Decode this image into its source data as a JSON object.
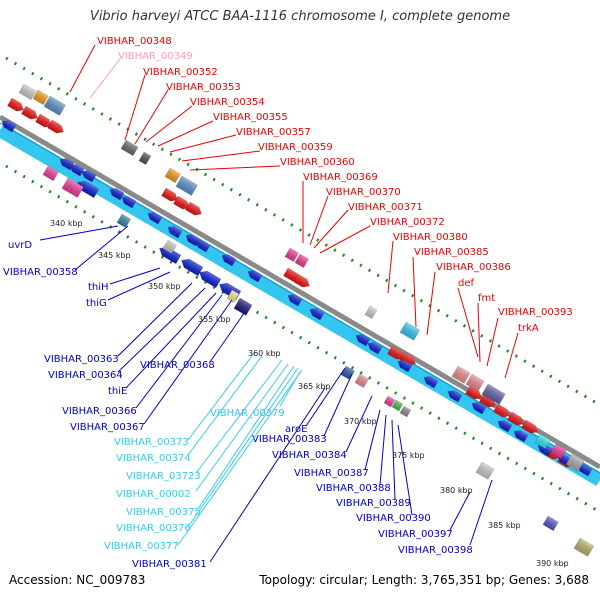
{
  "title": "Vibrio harveyi ATCC BAA-1116 chromosome I, complete genome",
  "footer": {
    "accession": "Accession: NC_009783",
    "summary": "Topology: circular; Length: 3,765,351 bp; Genes: 3,688"
  },
  "colors": {
    "backbone": "#8a8a8a",
    "cds_lane": "#33c6f0",
    "forward_label": "#ee0000",
    "pseudo_label": "#ff99bb",
    "reverse_label": "#0000cc",
    "rna_label": "#33ccee",
    "tick": "#228822"
  },
  "kbp_ticks": [
    "340 kbp",
    "345 kbp",
    "350 kbp",
    "355 kbp",
    "360 kbp",
    "365 kbp",
    "370 kbp",
    "375 kbp",
    "380 kbp",
    "385 kbp",
    "390 kbp"
  ],
  "labels_forward": [
    "VIBHAR_00348",
    "VIBHAR_00349",
    "VIBHAR_00352",
    "VIBHAR_00353",
    "VIBHAR_00354",
    "VIBHAR_00355",
    "VIBHAR_00357",
    "VIBHAR_00359",
    "VIBHAR_00360",
    "VIBHAR_00369",
    "VIBHAR_00370",
    "VIBHAR_00371",
    "VIBHAR_00372",
    "VIBHAR_00380",
    "VIBHAR_00385",
    "VIBHAR_00386",
    "def",
    "fmt",
    "VIBHAR_00393",
    "trkA"
  ],
  "labels_reverse": [
    "uvrD",
    "VIBHAR_00358",
    "thiH",
    "thiG",
    "VIBHAR_00363",
    "VIBHAR_00364",
    "thiE",
    "VIBHAR_00368",
    "VIBHAR_00366",
    "VIBHAR_00367",
    "aroE",
    "VIBHAR_00383",
    "VIBHAR_00384",
    "VIBHAR_00387",
    "VIBHAR_00388",
    "VIBHAR_00389",
    "VIBHAR_00390",
    "VIBHAR_00397",
    "VIBHAR_00398"
  ],
  "labels_rna": [
    "VIBHAR_00379",
    "VIBHAR_00373",
    "VIBHAR_00374",
    "VIBHAR_03723",
    "VIBHAR_00002",
    "VIBHAR_00375",
    "VIBHAR_00376",
    "VIBHAR_00377",
    "VIBHAR_00381"
  ]
}
